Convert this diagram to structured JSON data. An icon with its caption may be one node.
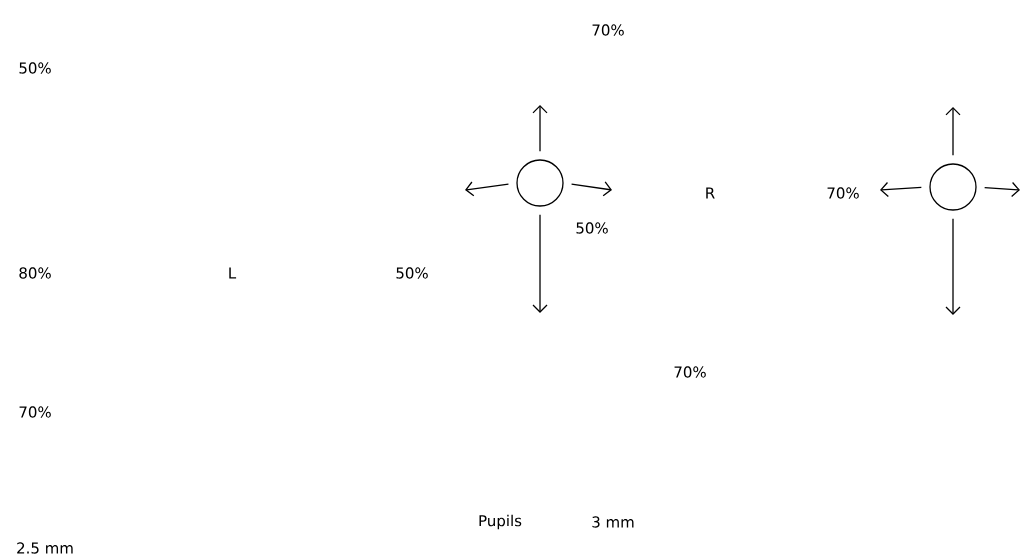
{
  "diagram": {
    "nodes": [
      {
        "text": [],
        "shape": "circle"
      },
      {
        "text": [],
        "shape": "circle"
      }
    ],
    "edges": [
      {
        "from": 0,
        "to": null,
        "arrow": "to"
      },
      {
        "from": 0,
        "to": null,
        "arrow": "to"
      },
      {
        "from": 0,
        "to": null,
        "arrow": "to"
      },
      {
        "from": 0,
        "to": null,
        "arrow": "to"
      },
      {
        "from": 1,
        "to": null,
        "arrow": "to"
      },
      {
        "from": 1,
        "to": null,
        "arrow": "to"
      },
      {
        "from": 1,
        "to": null,
        "arrow": "to"
      },
      {
        "from": 1,
        "to": null,
        "arrow": "to"
      }
    ],
    "labels": [
      "70%",
      "50%",
      "50%",
      "R",
      "70%",
      "80%",
      "L",
      "50%",
      "70%",
      "70%",
      "Pupils",
      "3 mm",
      "2.5 mm"
    ]
  }
}
